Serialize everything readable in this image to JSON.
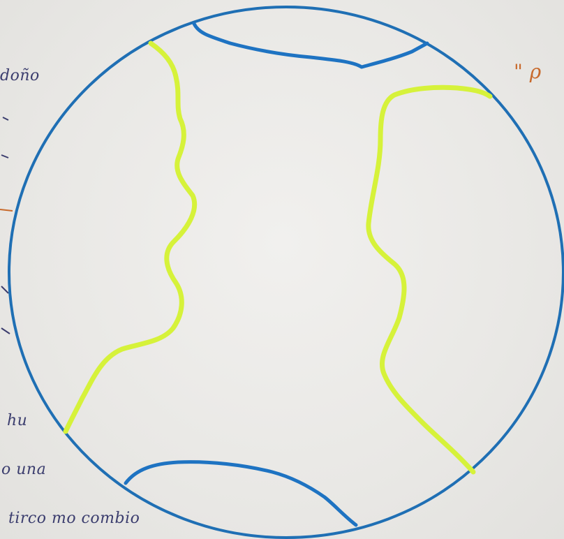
{
  "scene": {
    "subject": "globe-drawing",
    "colors": {
      "circle": "#1f6fb4",
      "water_line": "#1e73c2",
      "land_line": "#d6f23a",
      "ink_left": "#3b3d6e",
      "ink_right": "#c86a2c"
    }
  },
  "left_margin_text": {
    "line1": "doño",
    "line2": "hu",
    "line3": "o una",
    "line4": "tirco mo combio"
  },
  "right_margin_text": {
    "fragment": "\" ρ"
  }
}
